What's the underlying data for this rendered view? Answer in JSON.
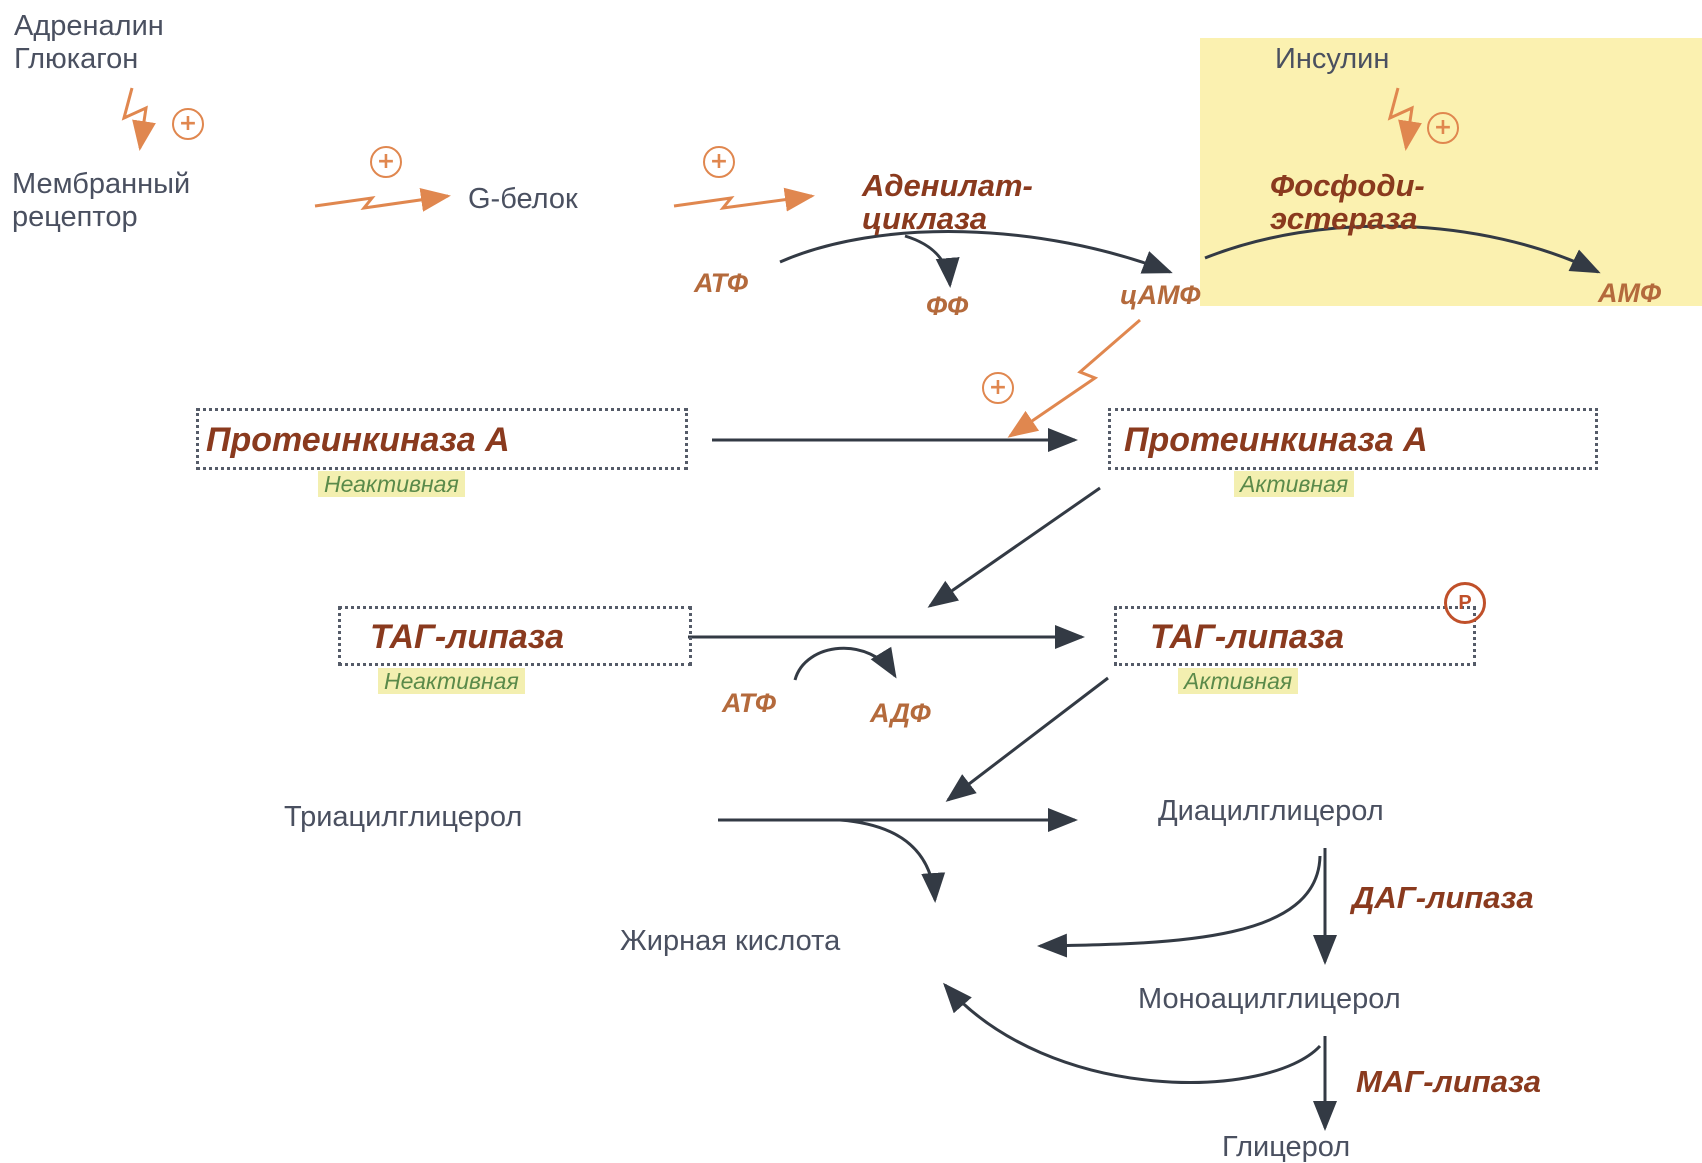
{
  "hormones": {
    "line1": "Адреналин",
    "line2": "Глюкагон"
  },
  "receptor": {
    "line1": "Мембранный",
    "line2": "рецептор"
  },
  "g_protein": "G-белок",
  "adenylate_cyclase": {
    "line1": "Аденилат-",
    "line2": "циклаза"
  },
  "insulin": "Инсулин",
  "phosphodiesterase": {
    "line1": "Фосфоди-",
    "line2": "эстераза"
  },
  "atp_1": "АТФ",
  "ppi": "ФФ",
  "camp": "цАМФ",
  "amp": "АМФ",
  "activator_symbol": "+",
  "pka_inactive": {
    "label": "Протеинкиназа А",
    "state": "Неактивная"
  },
  "pka_active": {
    "label": "Протеинкиназа А",
    "state": "Активная"
  },
  "tag_lipase_inactive": {
    "label": "ТАГ-липаза",
    "state": "Неактивная"
  },
  "tag_lipase_active": {
    "label": "ТАГ-липаза",
    "state": "Активная",
    "phospho": "P"
  },
  "atp_2": "АТФ",
  "adp": "АДФ",
  "triacylglycerol": "Триацилглицерол",
  "diacylglycerol": "Диацилглицерол",
  "fatty_acid": "Жирная кислота",
  "dag_lipase": "ДАГ-липаза",
  "monoacylglycerol": "Моноацилглицерол",
  "mag_lipase": "МАГ-липаза",
  "glycerol": "Глицерол",
  "colors": {
    "signal_arrow": "#e0874f",
    "pathway_arrow": "#333a44",
    "insulin_panel": "#fbf1b0",
    "enzyme_text": "#8a3a1e"
  }
}
